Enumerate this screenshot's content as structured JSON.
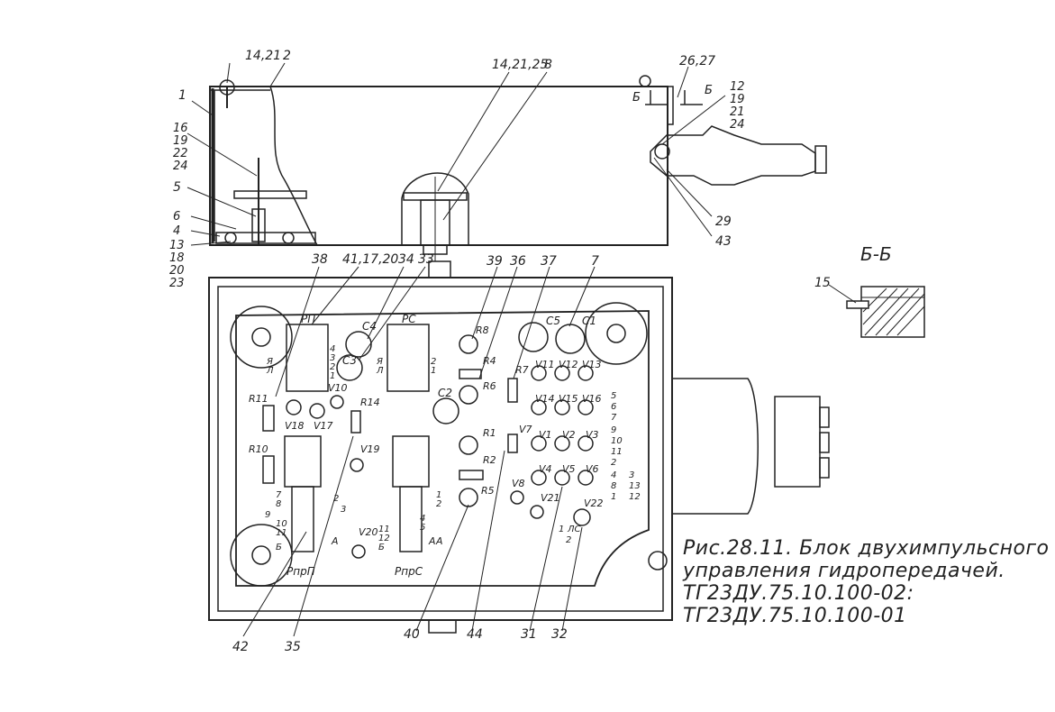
{
  "caption": {
    "lines": [
      "Рис.28.11. Блок двухимпульсного",
      "управления гидропередачей.",
      "ТГ23ДУ.75.10.100-02:",
      "ТГ23ДУ.75.10.100-01"
    ]
  },
  "section": {
    "title": "Б-Б",
    "callout": "15"
  },
  "callouts_top": [
    "14,21",
    "2",
    "1",
    "16",
    "19",
    "22",
    "24",
    "5",
    "6",
    "4",
    "13",
    "18",
    "20",
    "23",
    "14,21,25",
    "8",
    "26,27",
    "12",
    "19",
    "21",
    "24",
    "29",
    "43"
  ],
  "callouts_plan": [
    "38",
    "41,17,20",
    "34",
    "33",
    "39",
    "36",
    "37",
    "7",
    "42",
    "35",
    "40",
    "44",
    "31",
    "32"
  ],
  "section_marks": [
    "Б",
    "Б"
  ],
  "components": {
    "relays": [
      "РП",
      "РС"
    ],
    "capacitors": [
      "C4",
      "C3",
      "C5",
      "C1",
      "C2"
    ],
    "resistors": [
      "R11",
      "R10",
      "R14",
      "R8",
      "R4",
      "R7",
      "R6",
      "R1",
      "R2",
      "R5"
    ],
    "valves": [
      "V18",
      "V17",
      "V10",
      "V19",
      "V20",
      "V11",
      "V12",
      "V13",
      "V14",
      "V15",
      "V16",
      "V1",
      "V2",
      "V3",
      "V4",
      "V5",
      "V6",
      "V7",
      "V8",
      "V21",
      "V22"
    ],
    "connectors": [
      "РпрП",
      "РпрС"
    ]
  },
  "terminal_marks": {
    "rp_side": [
      "Я",
      "Л",
      "4",
      "3",
      "2",
      "1"
    ],
    "rp_right": [
      "Я",
      "Л"
    ],
    "rs_right": [
      "2",
      "1"
    ],
    "left_column": [
      "7",
      "8",
      "9",
      "10",
      "11",
      "Б"
    ],
    "mid_left": [
      "2",
      "3",
      "А"
    ],
    "v20": [
      "11",
      "12",
      "Б",
      "А"
    ],
    "rprs_side": [
      "1",
      "2",
      "4",
      "5",
      "А"
    ],
    "right_column": [
      "5",
      "6",
      "7",
      "9",
      "10",
      "11",
      "2",
      "4",
      "8",
      "1"
    ],
    "far_right": [
      "3",
      "13",
      "12"
    ],
    "v22": [
      "1",
      "ЛС",
      "2"
    ]
  }
}
